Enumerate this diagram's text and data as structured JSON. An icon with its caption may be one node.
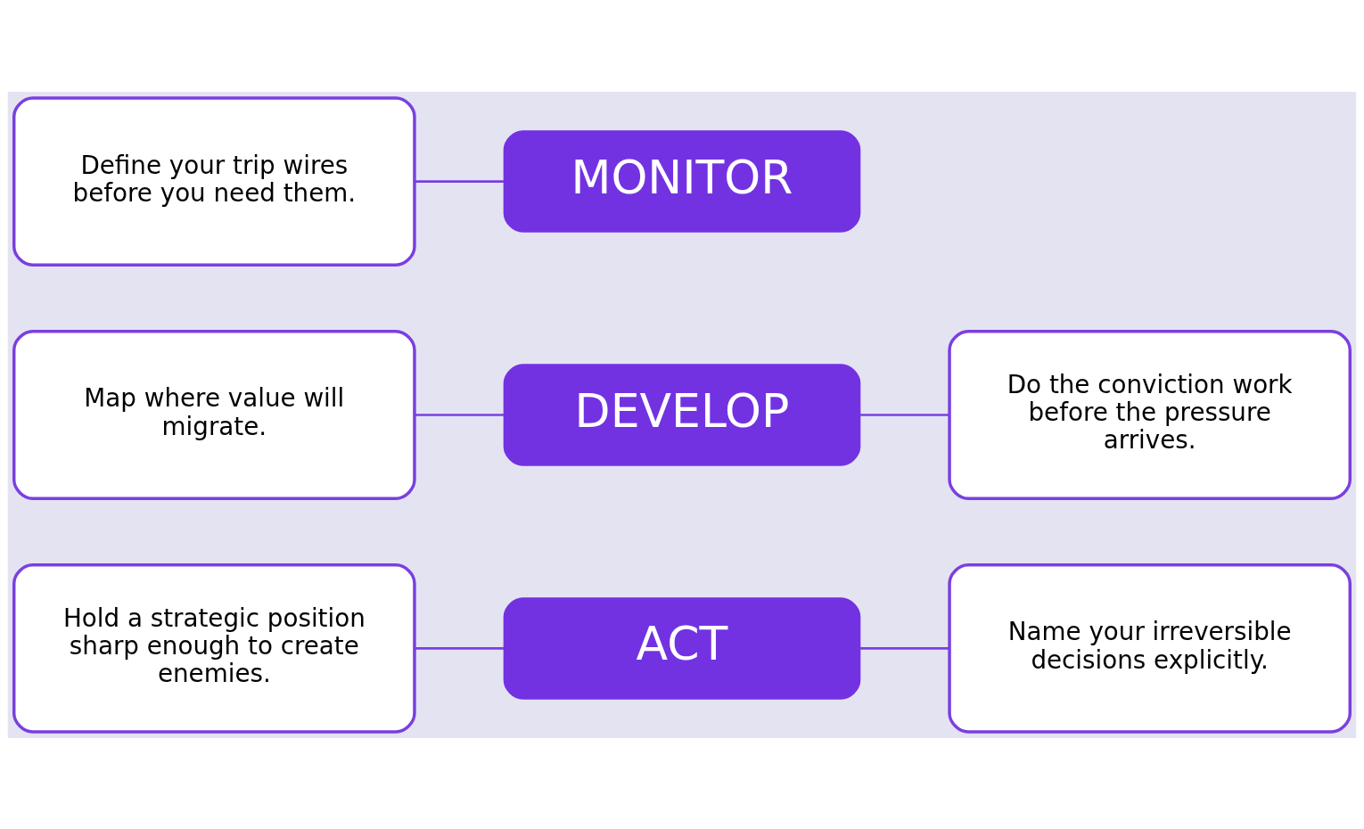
{
  "diagram": {
    "nodes": [
      {
        "text": [
          "Hold a strategic position sharp enough to create enemies."
        ]
      },
      {
        "text": [
          "ACT"
        ]
      },
      {
        "text": [
          "Name your irreversible decisions explicitly."
        ]
      },
      {
        "text": [
          "Map where value will migrate."
        ]
      },
      {
        "text": [
          "DEVELOP"
        ]
      },
      {
        "text": [
          "Do the conviction work before the pressure arrives."
        ]
      },
      {
        "text": [
          "Define your trip wires before you need them."
        ]
      },
      {
        "text": [
          "MONITOR"
        ]
      }
    ],
    "edges": [
      {
        "from": 0,
        "to": 1,
        "arrow": "none"
      },
      {
        "from": 1,
        "to": 2,
        "arrow": "none"
      },
      {
        "from": 3,
        "to": 4,
        "arrow": "none"
      },
      {
        "from": 4,
        "to": 5,
        "arrow": "none"
      },
      {
        "from": 6,
        "to": 7,
        "arrow": "none"
      }
    ]
  }
}
